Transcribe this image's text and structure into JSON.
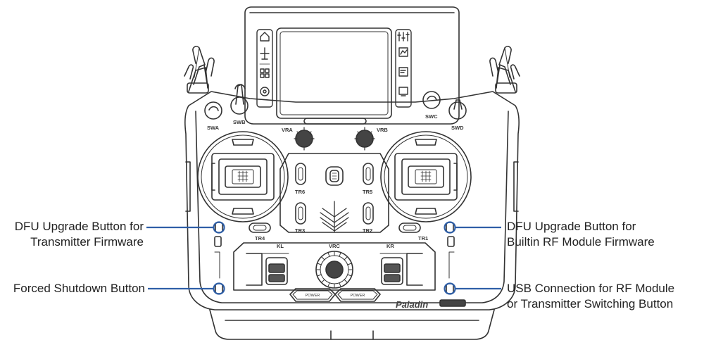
{
  "colors": {
    "stroke": "#333333",
    "callout_line": "#2f5fa7",
    "callout_ring": "#2f5fa7",
    "text": "#222222",
    "knob_fill": "#444444"
  },
  "callouts": {
    "dfu_transmitter": {
      "line1": "DFU Upgrade Button for",
      "line2": "Transmitter Firmware"
    },
    "forced_shutdown": {
      "line1": "Forced Shutdown Button"
    },
    "dfu_rf_module": {
      "line1": "DFU Upgrade Button for",
      "line2": "Builtin RF Module Firmware"
    },
    "usb_connection": {
      "line1": "USB Connection for RF Module",
      "line2": "or Transmitter Switching Button"
    }
  },
  "device_labels": {
    "swa": "SWA",
    "swb": "SWB",
    "swc": "SWC",
    "swd": "SWD",
    "vra": "VRA",
    "vrb": "VRB",
    "vrc": "VRC",
    "tr1": "TR1",
    "tr2": "TR2",
    "tr3": "TR3",
    "tr4": "TR4",
    "tr5": "TR5",
    "tr6": "TR6",
    "kl": "KL",
    "kr": "KR",
    "power_left": "POWER",
    "power_right": "POWER",
    "brand": "Paladin"
  },
  "screen_icons": {
    "left": [
      "home-icon",
      "airplane-icon",
      "grid-icon",
      "gear-icon"
    ],
    "right": [
      "sliders-icon",
      "chart-edit-icon",
      "document-edit-icon",
      "display-edit-icon"
    ]
  }
}
